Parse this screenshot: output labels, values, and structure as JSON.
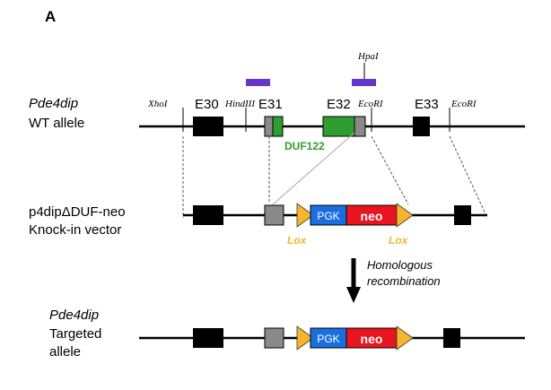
{
  "panel_label": "A",
  "wt": {
    "gene_name": "Pde4dip",
    "allele_label": "WT allele",
    "exons": [
      "E30",
      "E31",
      "E32",
      "E33"
    ],
    "sites": [
      "XhoI",
      "HindIII",
      "EcoRI",
      "HpaI",
      "EcoRI"
    ],
    "domain_label": "DUF122"
  },
  "vector": {
    "name_line1": "p4dipΔDUF-neo",
    "name_line2": "Knock-in vector",
    "pgk_label": "PGK",
    "neo_label": "neo",
    "lox_labels": [
      "Lox",
      "Lox"
    ]
  },
  "arrow": {
    "line1": "Homologous",
    "line2": "recombination"
  },
  "targeted": {
    "gene_name": "Pde4dip",
    "line2": "Targeted",
    "line3": "allele",
    "pgk_label": "PGK",
    "neo_label": "neo"
  },
  "colors": {
    "probe": "#6633cc",
    "domain_green": "#2e9e2e",
    "grey_exon": "#8a8a8a",
    "pgk_blue": "#1a6fe0",
    "neo_red": "#e8141f",
    "lox_yellow": "#f5b52e",
    "exon_black": "#000000"
  }
}
